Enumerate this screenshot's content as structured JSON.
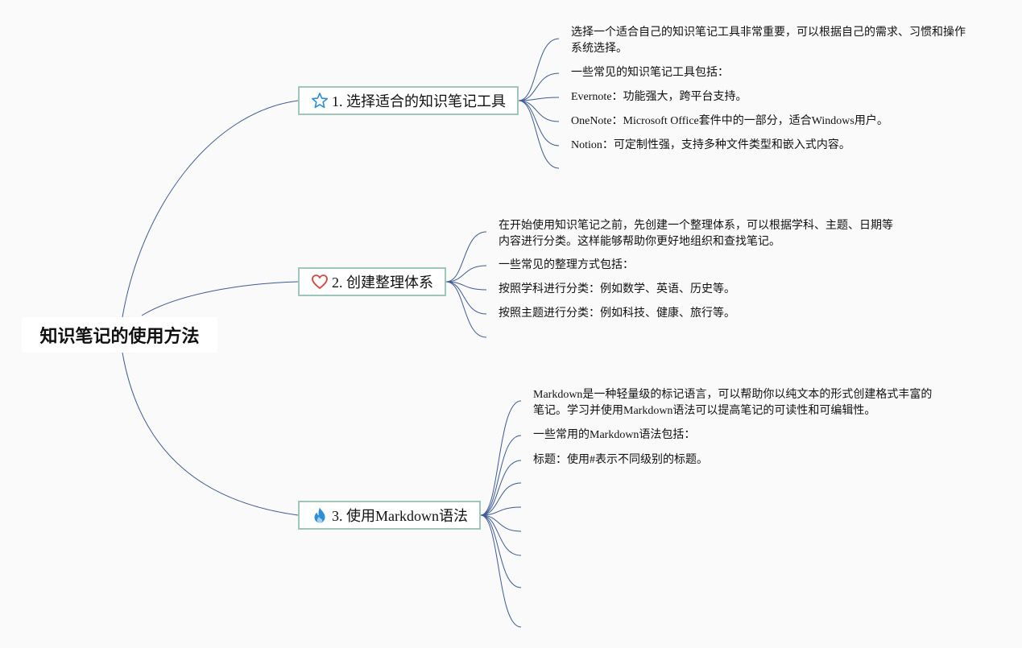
{
  "root": {
    "label": "知识笔记的使用方法"
  },
  "branches": [
    {
      "label": "1. 选择适合的知识笔记工具",
      "icon": "star-icon",
      "icon_color": "#2e8fd6",
      "children": [
        [
          "选择一个适合自己的知识笔记工具非常重要，可以根据自己的需求、习惯和操作",
          "系统选择。"
        ],
        [
          "一些常见的知识笔记工具包括："
        ],
        [
          "Evernote：功能强大，跨平台支持。"
        ],
        [
          "OneNote：Microsoft Office套件中的一部分，适合Windows用户。"
        ],
        [
          "Notion：可定制性强，支持多种文件类型和嵌入式内容。"
        ],
        []
      ]
    },
    {
      "label": "2. 创建整理体系",
      "icon": "heart-icon",
      "icon_color": "#d9463e",
      "children": [
        [
          "在开始使用知识笔记之前，先创建一个整理体系，可以根据学科、主题、日期等",
          "内容进行分类。这样能够帮助你更好地组织和查找笔记。"
        ],
        [
          "一些常见的整理方式包括："
        ],
        [
          "按照学科进行分类：例如数学、英语、历史等。"
        ],
        [
          "按照主题进行分类：例如科技、健康、旅行等。"
        ],
        []
      ]
    },
    {
      "label": "3. 使用Markdown语法",
      "icon": "flame-icon",
      "icon_color": "#2e8fd6",
      "children": [
        [
          "Markdown是一种轻量级的标记语言，可以帮助你以纯文本的形式创建格式丰富的",
          "笔记。学习并使用Markdown语法可以提高笔记的可读性和可编辑性。"
        ],
        [
          "一些常用的Markdown语法包括："
        ],
        [
          "标题：使用#表示不同级别的标题。"
        ],
        [],
        [],
        [],
        [],
        [],
        []
      ]
    }
  ],
  "colors": {
    "link": "#3d5a99",
    "branch_border": "#9fc6bb"
  }
}
